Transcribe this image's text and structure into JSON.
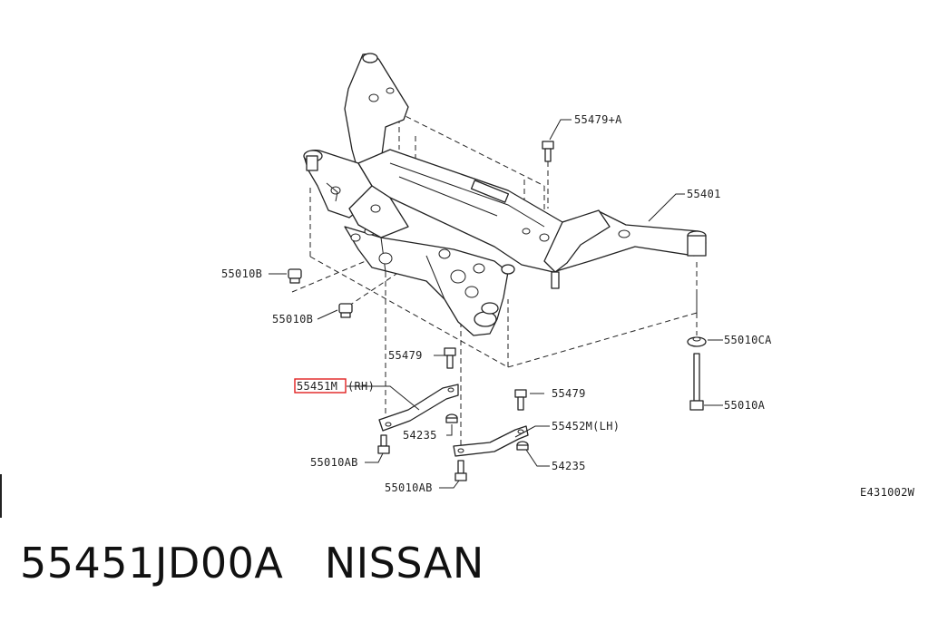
{
  "diagram": {
    "ref_code": "E431002W",
    "callouts": {
      "c55479_a": "55479+A",
      "c55401": "55401",
      "c55010b_1": "55010B",
      "c55010b_2": "55010B",
      "c55479_1": "55479",
      "c55451m": "55451M",
      "c55451m_side": "(RH)",
      "c55479_2": "55479",
      "c55010ca": "55010CA",
      "c55010a": "55010A",
      "c54235_1": "54235",
      "c55452m": "55452M(LH)",
      "c55010ab_1": "55010AB",
      "c54235_2": "54235",
      "c55010ab_2": "55010AB"
    }
  },
  "caption": {
    "part_number": "55451JD00A",
    "brand": "NISSAN"
  },
  "highlight_color": "#e02020"
}
